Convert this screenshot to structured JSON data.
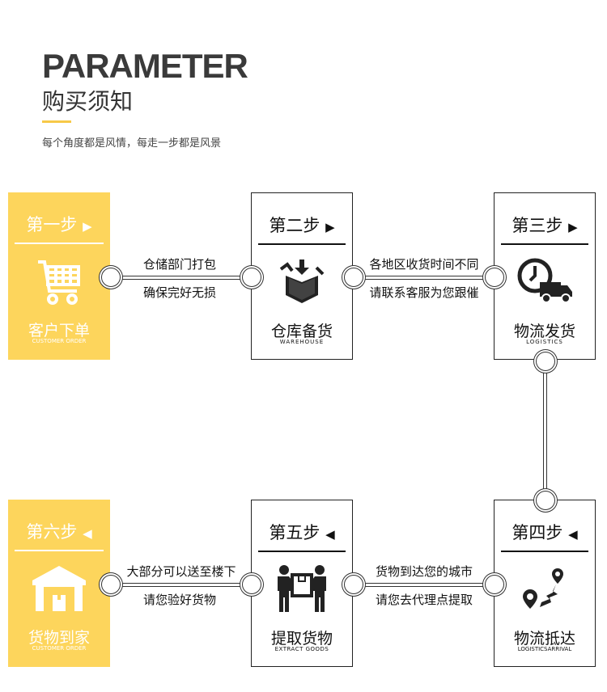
{
  "header": {
    "title": "PARAMETER",
    "subtitle": "购买须知",
    "slogan": "每个角度都是风情，每走一步都是风景"
  },
  "steps": [
    {
      "label": "第一步",
      "arrow": "▶",
      "name": "客户下单",
      "en": "CUSTOMER ORDER",
      "icon": "shopping-cart-icon"
    },
    {
      "label": "第二步",
      "arrow": "▶",
      "name": "仓库备货",
      "en": "WAREHOUSE",
      "icon": "box-icon"
    },
    {
      "label": "第三步",
      "arrow": "▶",
      "name": "物流发货",
      "en": "LOGISTICS",
      "icon": "delivery-truck-icon"
    },
    {
      "label": "第四步",
      "arrow": "◀",
      "name": "物流抵达",
      "en": "LOGISTICSARRIVAL",
      "icon": "map-route-icon"
    },
    {
      "label": "第五步",
      "arrow": "◀",
      "name": "提取货物",
      "en": "EXTRACT GOODS",
      "icon": "carry-box-icon"
    },
    {
      "label": "第六步",
      "arrow": "◀",
      "name": "货物到家",
      "en": "CUSTOMER ORDER",
      "icon": "home-garage-icon"
    }
  ],
  "connectors": [
    {
      "top": "仓储部门打包",
      "bottom": "确保完好无损"
    },
    {
      "top": "各地区收货时间不同",
      "bottom": "请联系客服为您跟催"
    },
    {
      "top": "货物到达您的城市",
      "bottom": "请您去代理点提取"
    },
    {
      "top": "大部分可以送至楼下",
      "bottom": "请您验好货物"
    }
  ],
  "colors": {
    "accent": "#fdd55c",
    "text": "#111111"
  }
}
